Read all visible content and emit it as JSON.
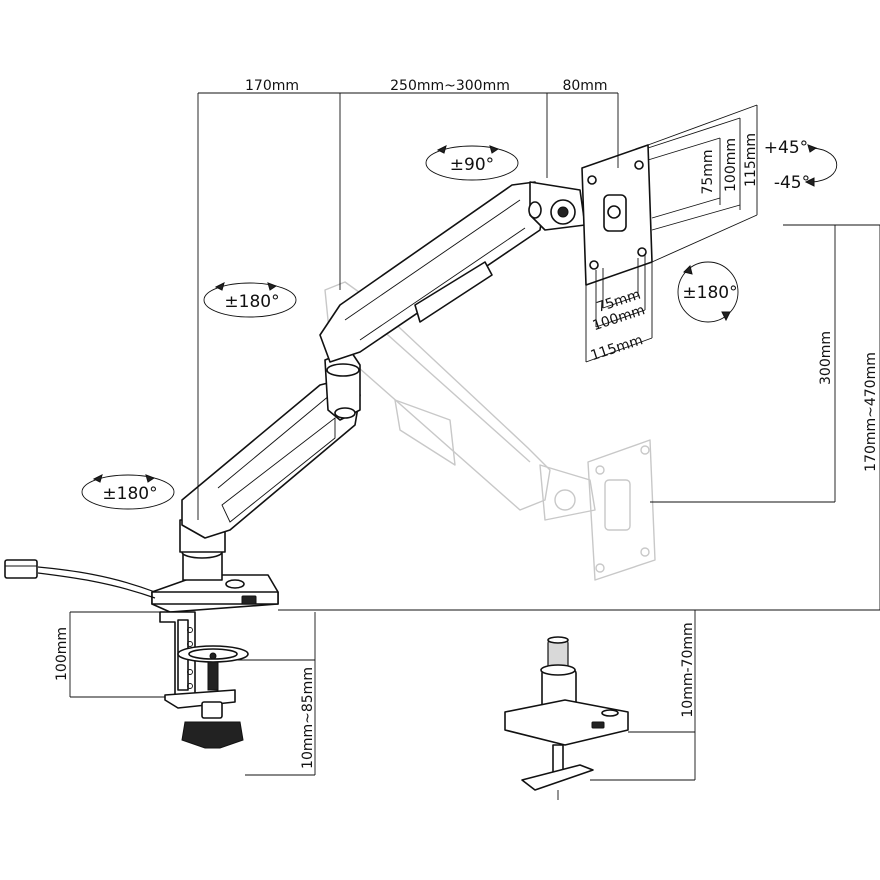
{
  "dimensions": {
    "arm_base_segment": "170mm",
    "arm_upper_segment": "250mm~300mm",
    "head_offset": "80mm",
    "vesa_inner_vertical": "75mm",
    "vesa_outer_vertical": "100mm",
    "plate_vertical": "115mm",
    "vesa_inner_horizontal": "75mm",
    "vesa_outer_horizontal": "100mm",
    "plate_horizontal": "115mm",
    "height_travel": "300mm",
    "height_range": "170mm~470mm",
    "clamp_opening": "100mm",
    "clamp_desk_thickness": "10mm~85mm",
    "grommet_desk_thickness": "10mm-70mm"
  },
  "rotations": {
    "head_swivel": "±90°",
    "upper_joint": "±180°",
    "base_joint": "±180°",
    "screen_rotation": "±180°",
    "tilt_up": "+45°",
    "tilt_down": "-45°"
  }
}
